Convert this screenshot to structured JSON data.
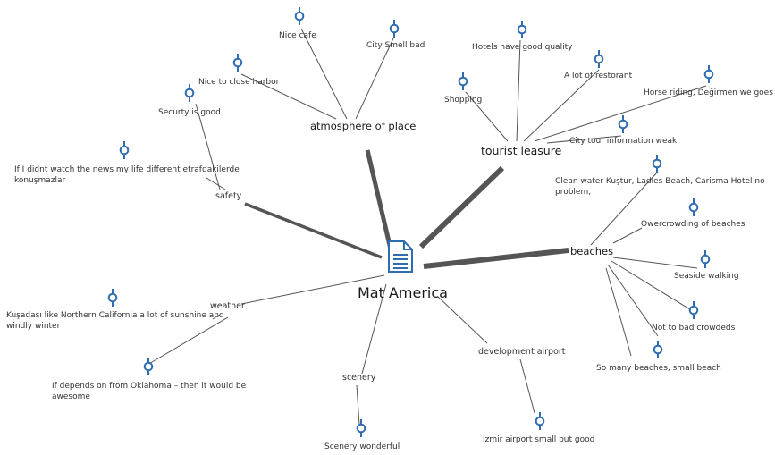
{
  "palette": {
    "pin": "#2f6db3",
    "line": "#555555",
    "doc_fill": "#ffffff",
    "doc_stroke": "#2f6db3"
  },
  "root": {
    "label": "Mat America",
    "icon": "document-icon"
  },
  "themes": {
    "atmosphere": "atmosphere of place",
    "tourist": "tourist leasure",
    "safety": "safety",
    "beaches": "beaches",
    "weather": "weather",
    "scenery": "scenery",
    "airport": "development airport"
  },
  "leaves": {
    "nice_cafe": "Nice cafe",
    "city_smell": "City Smell bad",
    "harbor": "Nice to close harbor",
    "security": "Securty is good",
    "news": "If I didnt watch the news my life different etrafdakilerde konuşmazlar",
    "hotels": "Hotels have good quality",
    "restorant": "A lot of restorant",
    "shopping": "Shopping",
    "horse": "Horse riding, Değirmen we goes",
    "city_tour": "City tour information weak",
    "clean_water": "Clean water Kuştur, Ladies Beach, Carisma Hotel no problem,",
    "overcrowding": "Owercrowding of beaches",
    "seaside": "Seaside walking",
    "not_bad": "Not to bad crowdeds",
    "many_beaches": "So many beaches, small beach",
    "kusadasi": "Kuşadası like Northern California a lot of sunshine and windly winter",
    "oklahoma": "If depends on from Oklahoma – then it would be awesome",
    "scenery_wonderful": "Scenery wonderful",
    "izmir": "İzmir airport small but good"
  }
}
